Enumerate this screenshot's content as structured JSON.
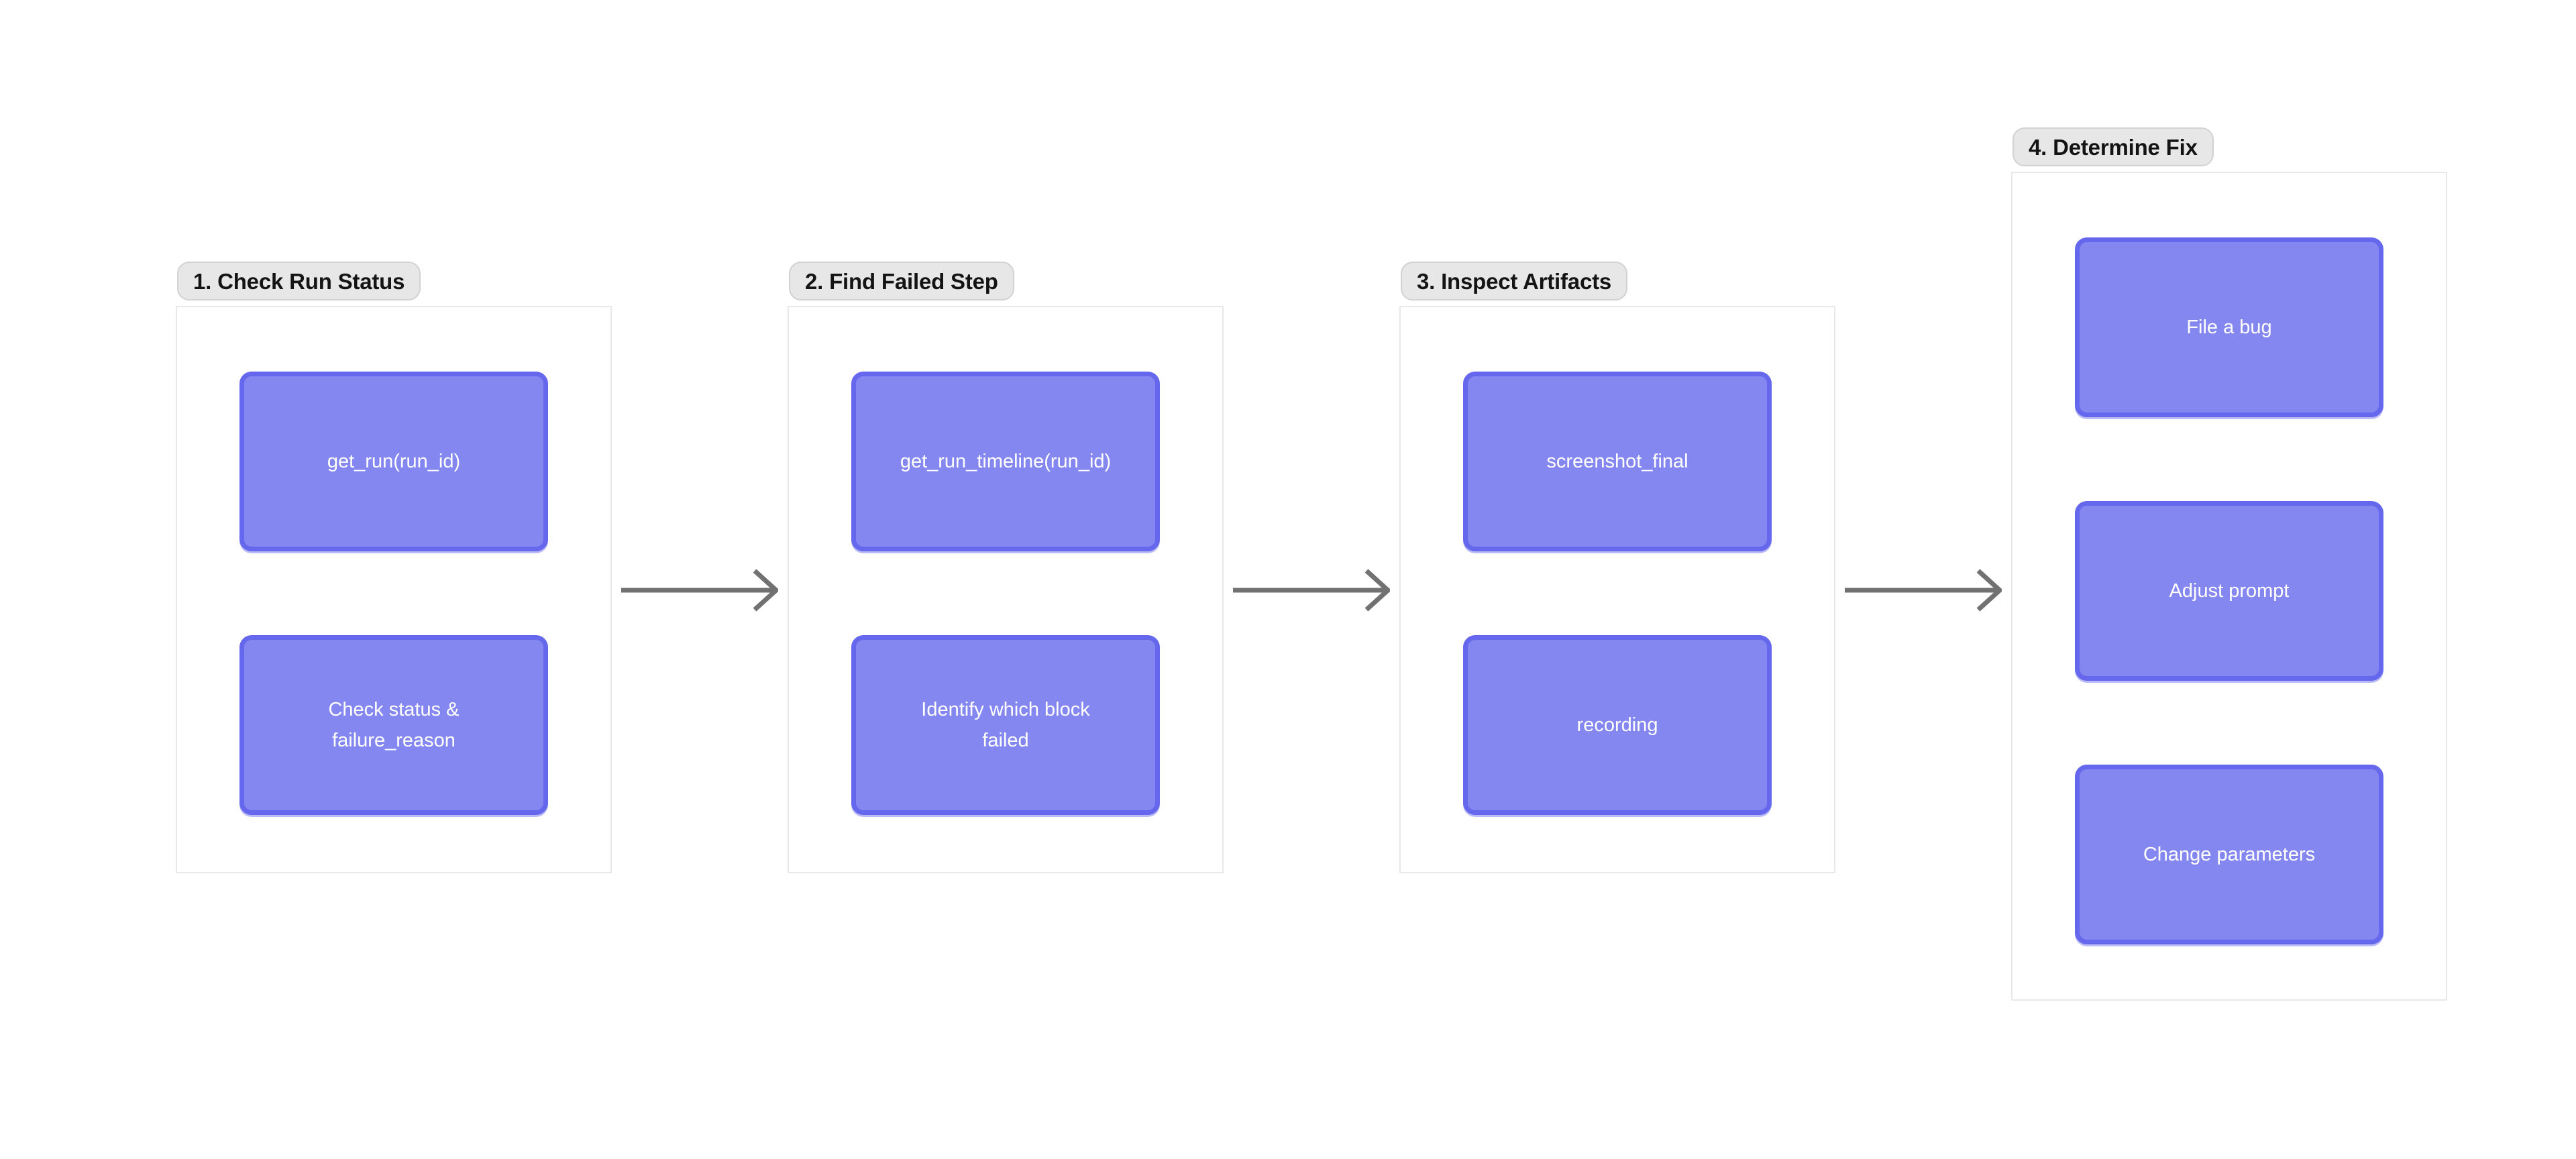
{
  "colors": {
    "page-bg": "#ffffff",
    "group-bg": "#ffffff",
    "group-border": "#e8e8e8",
    "label-bg": "#e7e7e8",
    "label-border": "#d2d2d2",
    "label-text": "#141415",
    "node-fill": "#8587f0",
    "node-border": "#6568ec",
    "node-text": "#ffffff",
    "arrow-color": "#717171"
  },
  "diagram": {
    "groups": [
      {
        "label": "1. Check Run Status",
        "nodes": [
          {
            "label": "get_run(run_id)"
          },
          {
            "label": "Check status &\nfailure_reason"
          }
        ]
      },
      {
        "label": "2. Find Failed Step",
        "nodes": [
          {
            "label": "get_run_timeline(run_id)"
          },
          {
            "label": "Identify which block\nfailed"
          }
        ]
      },
      {
        "label": "3. Inspect Artifacts",
        "nodes": [
          {
            "label": "screenshot_final"
          },
          {
            "label": "recording"
          }
        ]
      },
      {
        "label": "4. Determine Fix",
        "nodes": [
          {
            "label": "File a bug"
          },
          {
            "label": "Adjust prompt"
          },
          {
            "label": "Change parameters"
          }
        ]
      }
    ],
    "arrows": [
      {
        "from": "1. Check Run Status",
        "to": "2. Find Failed Step"
      },
      {
        "from": "2. Find Failed Step",
        "to": "3. Inspect Artifacts"
      },
      {
        "from": "3. Inspect Artifacts",
        "to": "4. Determine Fix"
      }
    ]
  }
}
